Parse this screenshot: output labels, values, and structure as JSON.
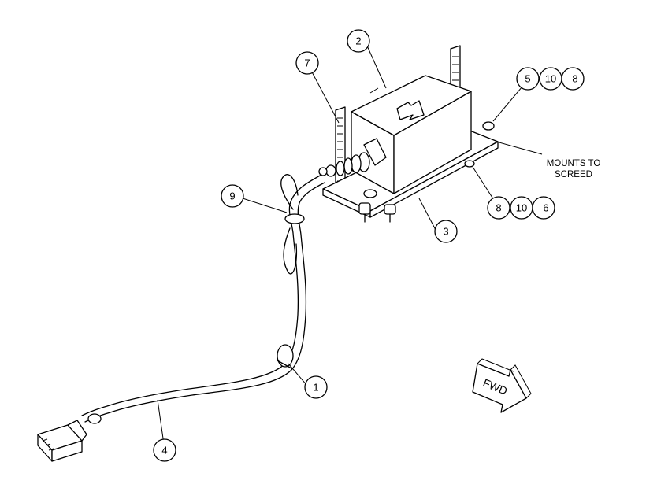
{
  "callouts": {
    "c1": "1",
    "c2": "2",
    "c3": "3",
    "c4": "4",
    "c7": "7",
    "c9": "9",
    "group_top": [
      "5",
      "10",
      "8"
    ],
    "group_bottom": [
      "8",
      "10",
      "6"
    ]
  },
  "note": {
    "line1": "MOUNTS TO",
    "line2": "SCREED"
  },
  "direction_arrow": {
    "label": "FWD"
  }
}
